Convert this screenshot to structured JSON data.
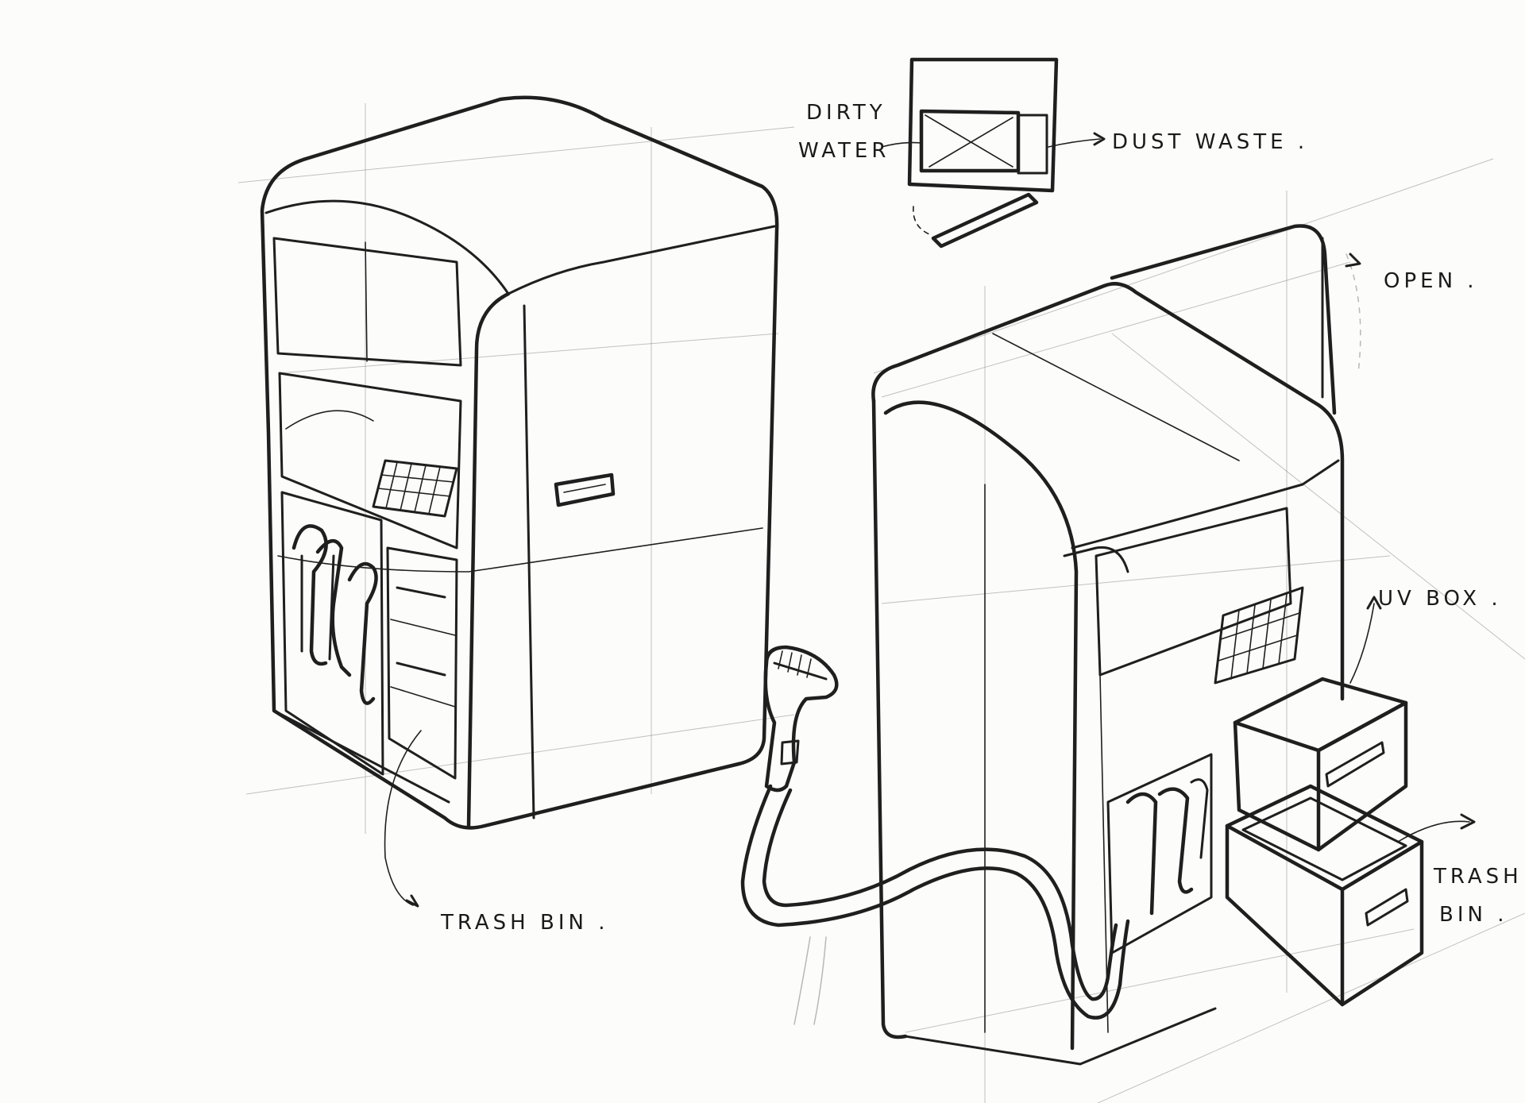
{
  "annotations": {
    "dirty_water_line1": "DIRTY",
    "dirty_water_line2": "WATER",
    "dust_waste": "DUST WASTE .",
    "open": "OPEN .",
    "uv_box": "UV BOX .",
    "trash_bin_left": "TRASH BIN .",
    "trash_bin_right_line1": "TRASH",
    "trash_bin_right_line2": "BIN ."
  },
  "colors": {
    "paper": "#fcfcfb",
    "pencil": "#1f1f1f"
  }
}
